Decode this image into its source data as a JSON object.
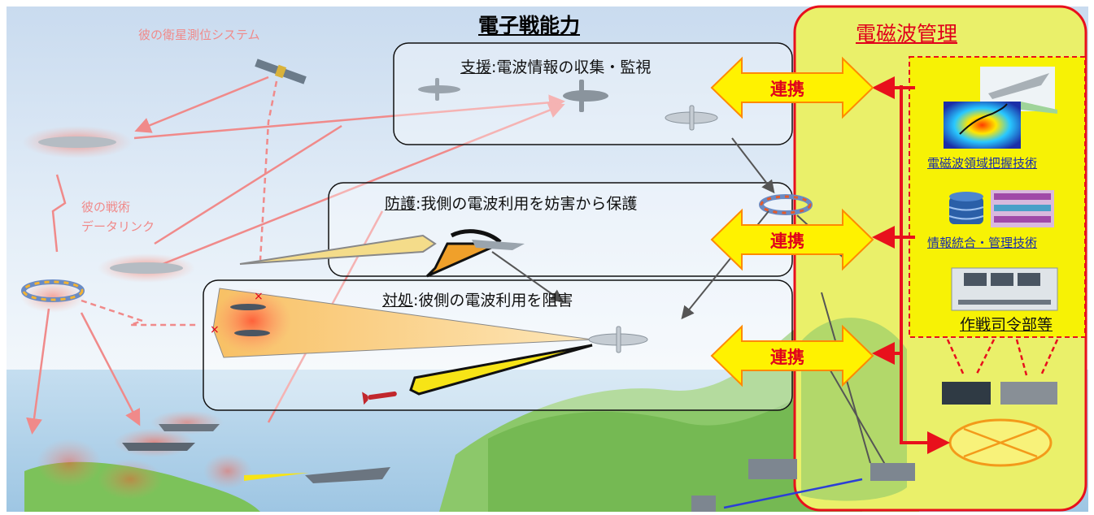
{
  "title": "電子戦能力",
  "em_title": "電磁波管理",
  "enemy": {
    "satellite_label": "彼の衛星測位システム",
    "datalink_line1": "彼の戦術",
    "datalink_line2": "データリンク"
  },
  "capabilities": [
    {
      "key": "支援",
      "desc": ":電波情報の収集・監視"
    },
    {
      "key": "防護",
      "desc": ":我側の電波利用を妨害から保護"
    },
    {
      "key": "対処",
      "desc": ":彼側の電波利用を阻害"
    }
  ],
  "link_label": "連携",
  "technologies": [
    {
      "label": "電磁波領域把握技術"
    },
    {
      "label": "情報統合・管理技術"
    },
    {
      "label": "作戦司令部等"
    }
  ],
  "colors": {
    "em_border": "#e8101c",
    "em_fill": "#f3f06a",
    "arrow_fill": "#fff200",
    "arrow_border": "#ff8a00",
    "enemy_red": "#f08a8a",
    "tech_blue": "#1a2ea8",
    "sky": "#d9e7f5",
    "sea": "#c6dff0",
    "land": "#7cc25a"
  },
  "icons": [
    "satellite-icon",
    "aircraft-icon",
    "ship-icon",
    "radar-icon",
    "datalink-ring-icon",
    "missile-icon",
    "command-center-icon",
    "database-icon"
  ]
}
